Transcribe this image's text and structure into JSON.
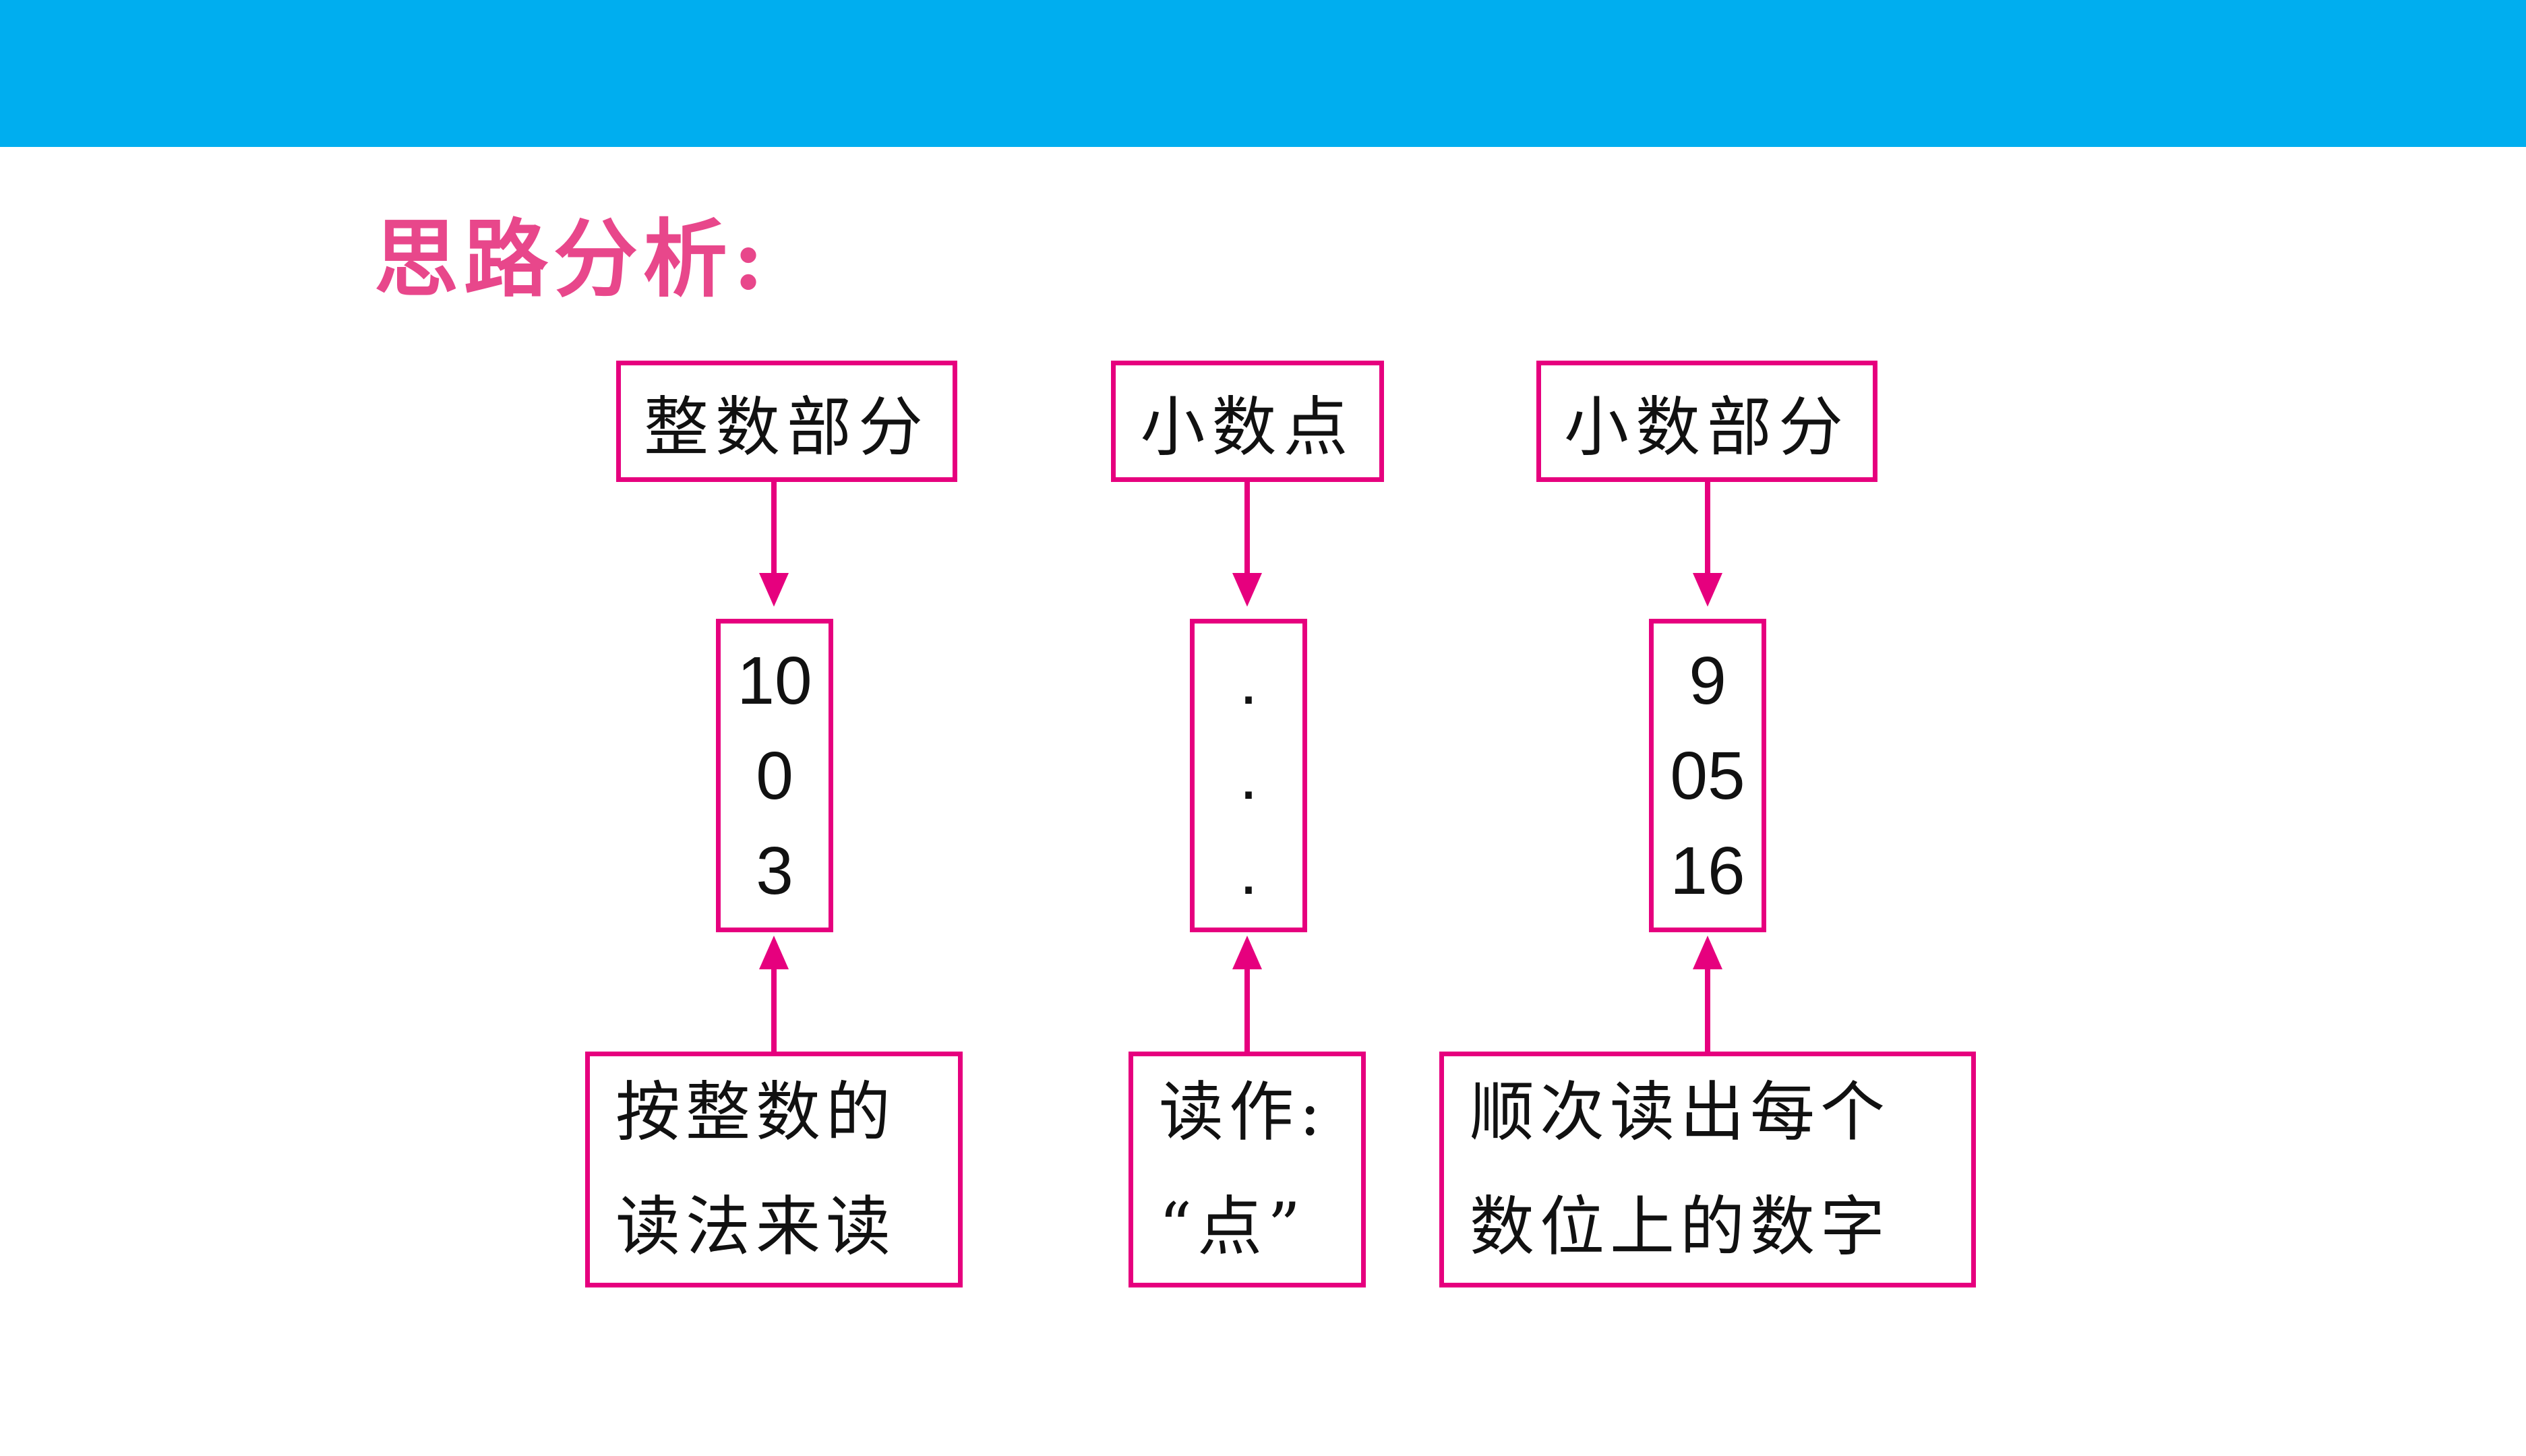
{
  "title": "思路分析:",
  "columns": [
    {
      "header": "整数部分",
      "values": [
        "10",
        "0",
        "3"
      ],
      "note": [
        "按整数的",
        "读法来读"
      ]
    },
    {
      "header": "小数点",
      "values": [
        ".",
        ".",
        "."
      ],
      "note": [
        "读作:",
        "“点”"
      ]
    },
    {
      "header": "小数部分",
      "values": [
        "9",
        "05",
        "16"
      ],
      "note": [
        "顺次读出每个",
        "数位上的数字"
      ]
    }
  ],
  "colors": {
    "accent": "#e6007e",
    "topbar": "#00aeef",
    "title": "#e8478b"
  }
}
